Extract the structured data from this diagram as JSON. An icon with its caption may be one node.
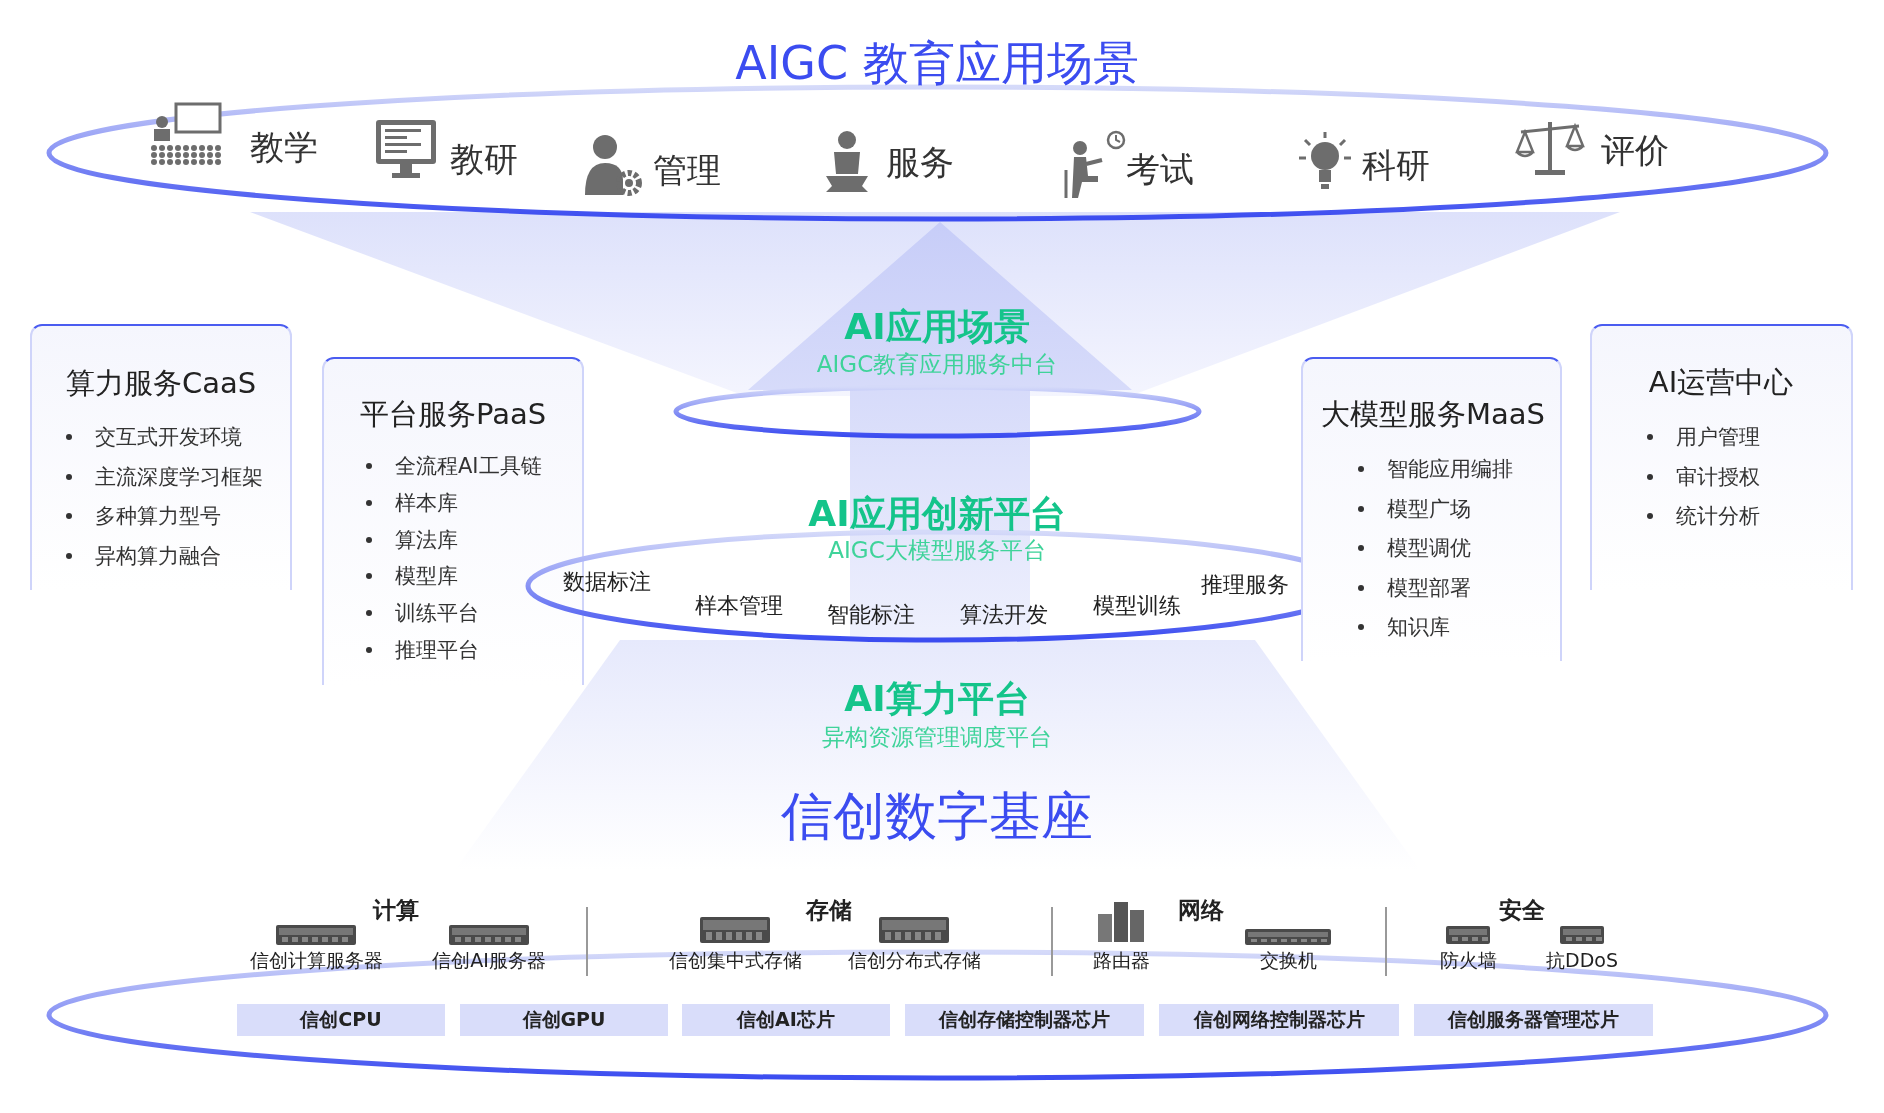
{
  "diagram": {
    "title": "AIGC 教育应用场景",
    "nodes": [
      {
        "text": [
          "教学",
          "教研",
          "管理",
          "服务",
          "考试",
          "科研",
          "评价"
        ]
      },
      {
        "text": [
          "算力服务CaaS",
          "交互式开发环境",
          "主流深度学习框架",
          "多种算力型号",
          "异构算力融合"
        ]
      },
      {
        "text": [
          "平台服务PaaS",
          "全流程AI工具链",
          "样本库",
          "算法库",
          "模型库",
          "训练平台",
          "推理平台"
        ]
      },
      {
        "text": [
          "AI应用场景",
          "AIGC教育应用服务中台"
        ]
      },
      {
        "text": [
          "AI应用创新平台",
          "AIGC大模型服务平台",
          "数据标注",
          "样本管理",
          "智能标注",
          "算法开发",
          "模型训练",
          "推理服务"
        ]
      },
      {
        "text": [
          "大模型服务MaaS",
          "智能应用编排",
          "模型广场",
          "模型调优",
          "模型部署",
          "知识库"
        ]
      },
      {
        "text": [
          "AI运营中心",
          "用户管理",
          "审计授权",
          "统计分析"
        ]
      },
      {
        "text": [],
        "shape": "ellipse"
      },
      {
        "text": [
          "信创CPU"
        ],
        "in": 7
      },
      {
        "text": [
          "信创GPU"
        ],
        "in": 7
      },
      {
        "text": [
          "信创AI芯片"
        ],
        "in": 7
      },
      {
        "text": [
          "信创存储控制器芯片"
        ],
        "in": 7
      },
      {
        "text": [
          "信创网络控制器芯片"
        ],
        "in": 7
      },
      {
        "text": [
          "信创服务器管理芯片"
        ],
        "in": 7
      }
    ],
    "edges": [
      {
        "from": 4,
        "to": 0,
        "arrow": "to"
      }
    ],
    "labels": [
      "AI算力平台",
      "异构资源管理调度平台",
      "信创数字基座",
      "计算",
      "存储",
      "网络",
      "安全",
      "信创计算服务器",
      "信创AI服务器",
      "信创集中式存储",
      "信创分布式存储",
      "路由器",
      "交换机",
      "防火墙",
      "抗DDoS"
    ]
  }
}
